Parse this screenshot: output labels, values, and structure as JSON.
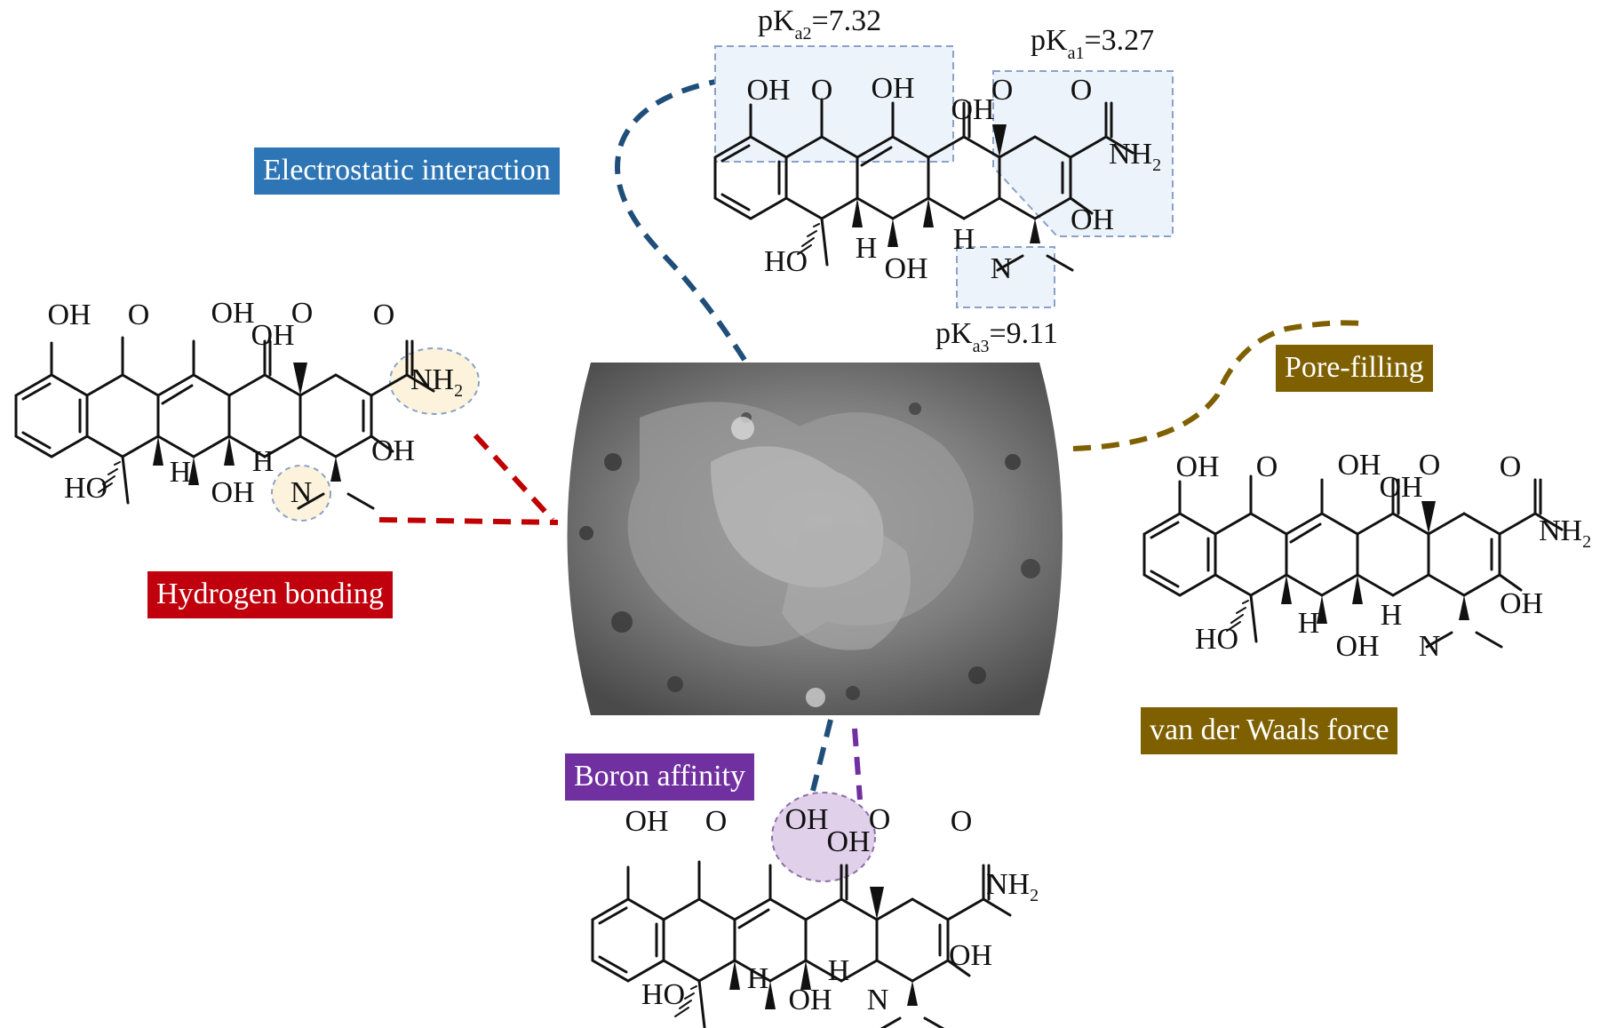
{
  "labels": {
    "electrostatic": "Electrostatic interaction",
    "hydrogen": "Hydrogen bonding",
    "pore": "Pore-filling",
    "vdw": "van der Waals force",
    "boron": "Boron affinity"
  },
  "pka": {
    "a1": {
      "prefix": "pK",
      "sub": "a1",
      "value": "=3.27"
    },
    "a2": {
      "prefix": "pK",
      "sub": "a2",
      "value": "=7.32"
    },
    "a3": {
      "prefix": "pK",
      "sub": "a3",
      "value": "=9.11"
    }
  },
  "atoms": {
    "oh": "OH",
    "o": "O",
    "nh": "NH",
    "two": "2",
    "ho": "HO",
    "h": "H",
    "n": "N"
  },
  "colors": {
    "electrostatic": "#2e75b6",
    "hydrogen": "#c0000c",
    "pore": "#7f6000",
    "boron": "#7030a0",
    "link_blue": "#1f4e79",
    "link_red": "#c00000",
    "link_brown": "#7f6000",
    "link_purple": "#7030a0"
  },
  "material_image": "sem-micrograph"
}
